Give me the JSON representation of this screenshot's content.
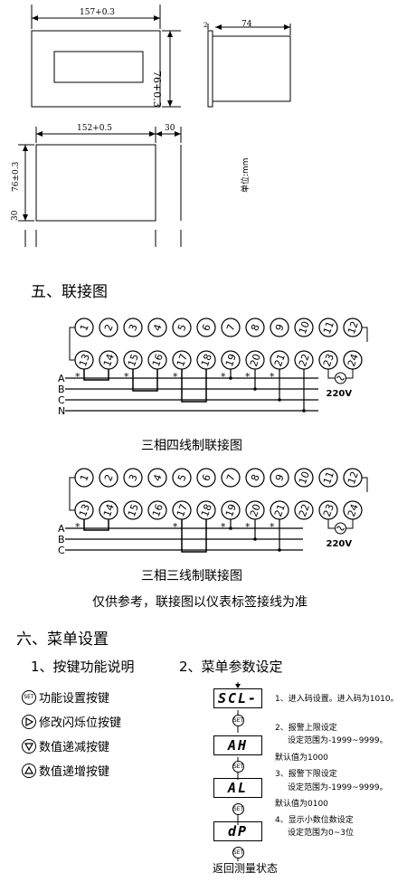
{
  "dimensions": {
    "front_width": "157+0.3",
    "front_height": "76+0.3",
    "side_depth": "74",
    "side_bezel": "2",
    "cutout_width": "152+0.5",
    "cutout_gap": "30",
    "cutout_height": "76±0.3",
    "cutout_bottom_gap": "30",
    "unit": "单位:mm"
  },
  "section5": {
    "title": "五、联接图",
    "terminals_top": [
      "1",
      "2",
      "3",
      "4",
      "5",
      "6",
      "7",
      "8",
      "9",
      "10",
      "11",
      "12"
    ],
    "terminals_bottom": [
      "13",
      "14",
      "15",
      "16",
      "17",
      "18",
      "19",
      "20",
      "21",
      "22",
      "23",
      "24"
    ],
    "lines_4w": [
      "A",
      "B",
      "C",
      "N"
    ],
    "lines_3w": [
      "A",
      "B",
      "C"
    ],
    "star": "*",
    "supply": "220V",
    "caption_4w": "三相四线制联接图",
    "caption_3w": "三相三线制联接图",
    "note": "仅供参考，联接图以仪表标签接线为准"
  },
  "section6": {
    "title": "六、菜单设置",
    "sub1": "1、按键功能说明",
    "sub2": "2、菜单参数设定",
    "keys": [
      {
        "icon": "set-key-icon",
        "label": "功能设置按键"
      },
      {
        "icon": "right-triangle-key-icon",
        "label": "修改闪烁位按键"
      },
      {
        "icon": "down-triangle-key-icon",
        "label": "数值递减按键"
      },
      {
        "icon": "up-triangle-key-icon",
        "label": "数值递增按键"
      }
    ],
    "set_label": "SET",
    "menu": [
      {
        "display": "SCL-",
        "line1": "1、进入码设置。进入码为1010。",
        "line2": "",
        "line3": ""
      },
      {
        "display": "AH",
        "line1": "2、报警上限设定",
        "line2": "设定范围为-1999~9999。",
        "line3": "默认值为1000"
      },
      {
        "display": "AL",
        "line1": "3、报警下限设定",
        "line2": "设定范围为-1999~9999。",
        "line3": "默认值为0100"
      },
      {
        "display": "dP",
        "line1": "4、显示小数位数设定",
        "line2": "设定范围为0~3位",
        "line3": ""
      }
    ],
    "return_label": "返回测量状态"
  }
}
